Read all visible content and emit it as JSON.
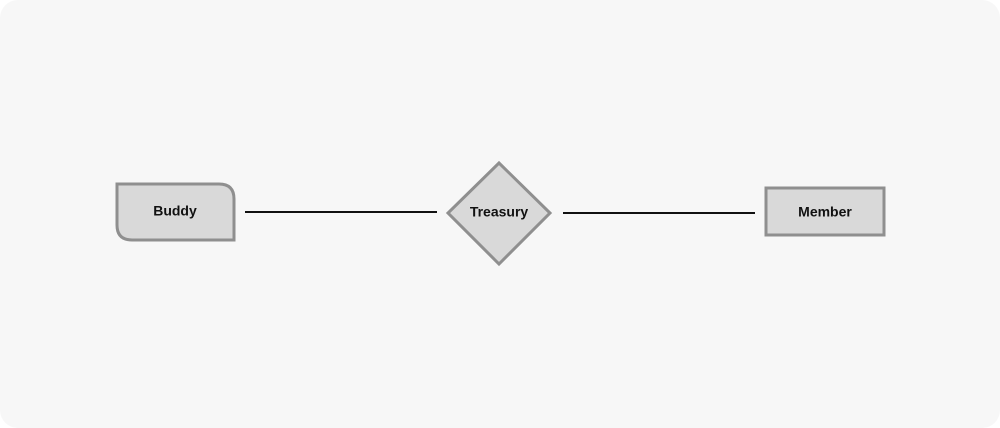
{
  "diagram": {
    "nodes": {
      "buddy": {
        "label": "Buddy",
        "shape": "rounded-tab-rectangle"
      },
      "treasury": {
        "label": "Treasury",
        "shape": "diamond"
      },
      "member": {
        "label": "Member",
        "shape": "rectangle"
      }
    },
    "edges": [
      {
        "from": "buddy",
        "to": "treasury"
      },
      {
        "from": "treasury",
        "to": "member"
      }
    ],
    "colors": {
      "background": "#f7f7f7",
      "node_fill": "#d9d9d9",
      "node_stroke": "#8f8f8f",
      "edge": "#111111",
      "text": "#111111"
    }
  }
}
